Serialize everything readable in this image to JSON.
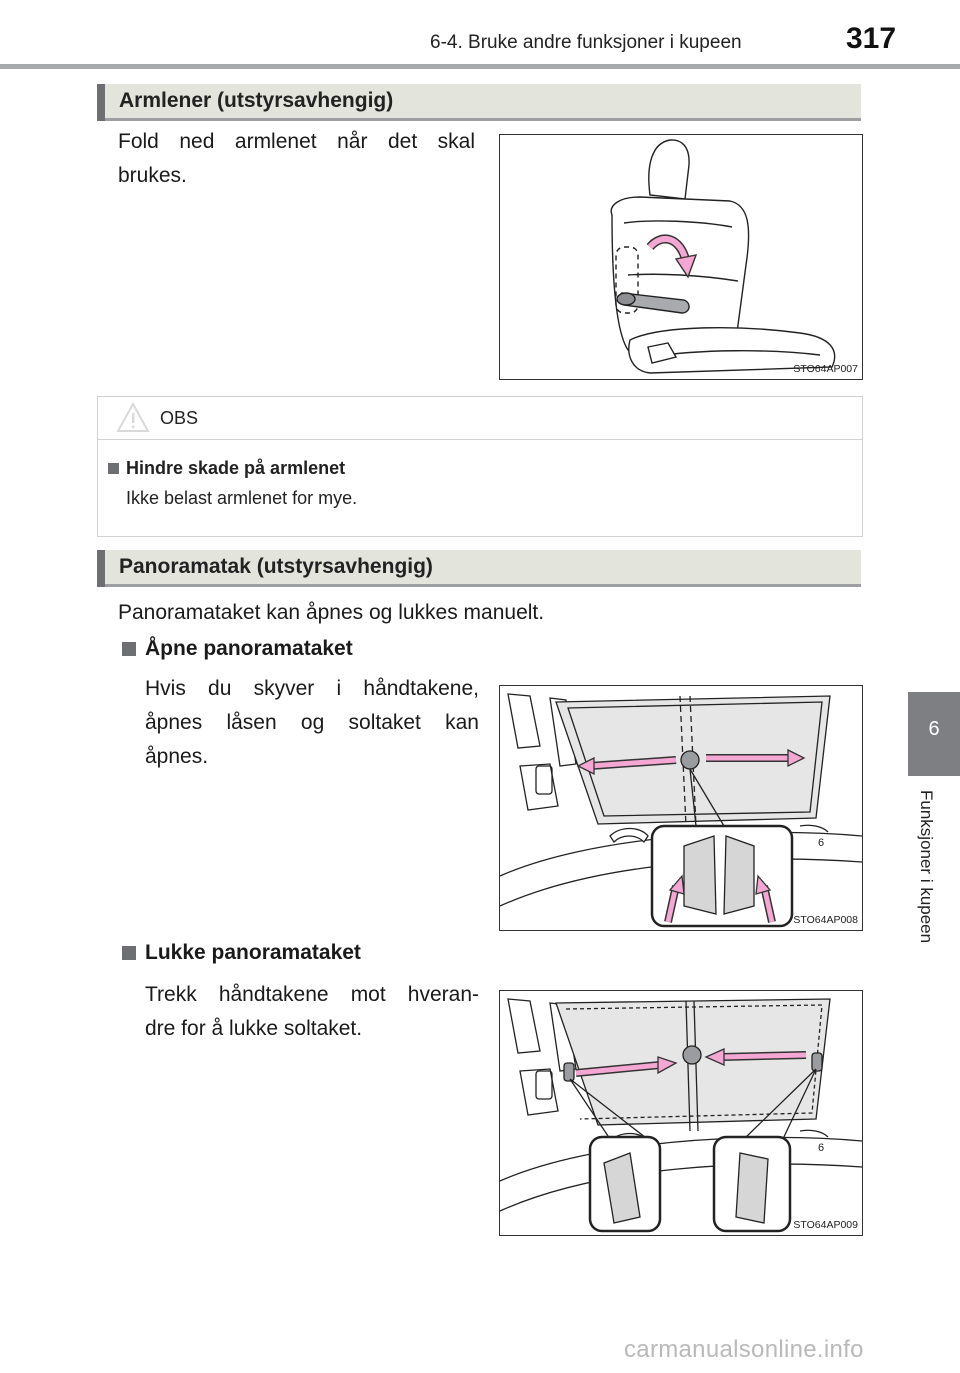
{
  "header": {
    "title": "6-4. Bruke andre funksjoner i kupeen",
    "page_number": "317"
  },
  "side_tab": {
    "number": "6",
    "label": "Funksjoner i kupeen"
  },
  "sections": {
    "armrest": {
      "heading": "Armlener (utstyrsavhengig)",
      "text_line1": "Fold ned armlenet når det skal",
      "text_line2": "brukes.",
      "figure_code": "STO64AP007"
    },
    "obs": {
      "label": "OBS",
      "heading": "Hindre skade på armlenet",
      "text": "Ikke belast armlenet for mye."
    },
    "panorama": {
      "heading": "Panoramatak (utstyrsavhengig)",
      "intro": "Panoramataket kan åpnes og lukkes manuelt.",
      "open_heading": "Åpne panoramataket",
      "open_line1": "Hvis du skyver i håndtakene,",
      "open_line2": "åpnes låsen og soltaket kan",
      "open_line3": "åpnes.",
      "open_figure_code": "STO64AP008",
      "close_heading": "Lukke panoramataket",
      "close_line1": "Trekk håndtakene mot hveran-",
      "close_line2": "dre for å lukke soltaket.",
      "close_figure_code": "STO64AP009"
    }
  },
  "watermark": "carmanualsonline.info",
  "colors": {
    "section_header_bg": "#e3e4dc",
    "section_header_bar": "#6d6f72",
    "side_tab": "#7d7f82",
    "arrow_pink": "#f4a7d3",
    "glass_grey": "#e6e6e6"
  }
}
